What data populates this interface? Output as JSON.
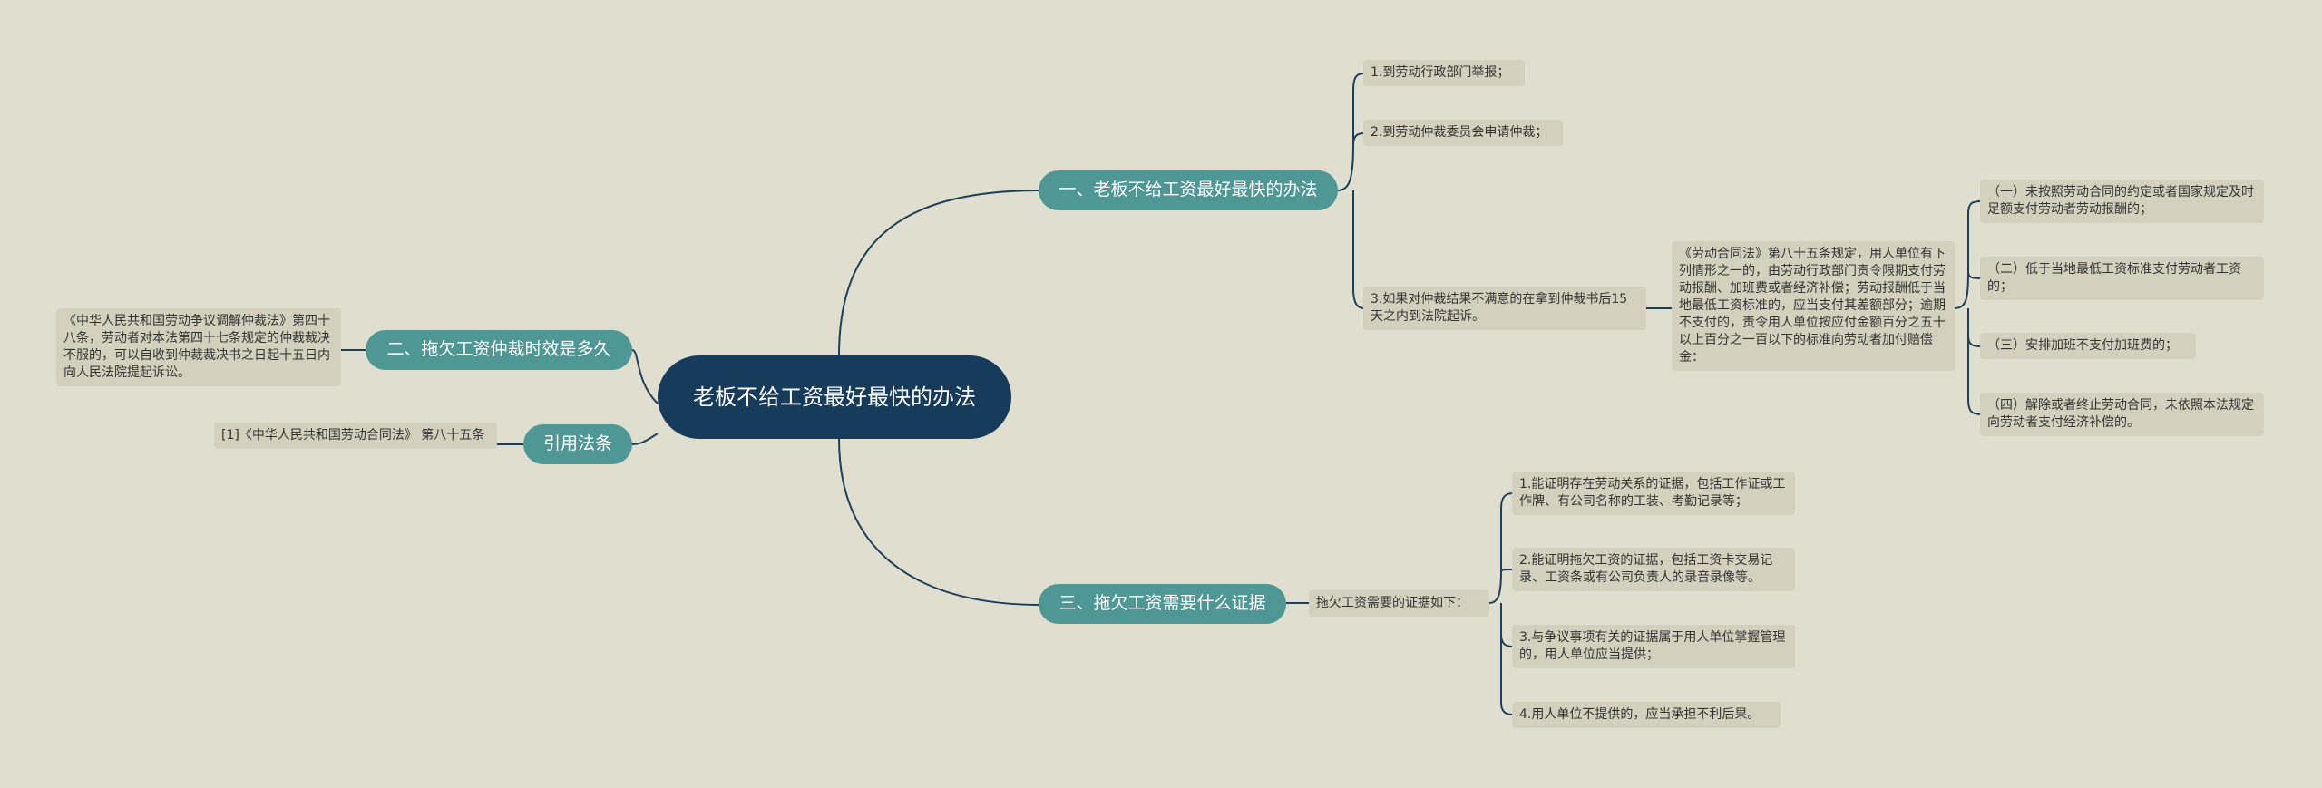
{
  "root": "老板不给工资最好最快的办法",
  "branches": {
    "b1": {
      "label": "一、老板不给工资最好最快的办法",
      "items": [
        "1.到劳动行政部门举报；",
        "2.到劳动仲裁委员会申请仲裁；",
        "3.如果对仲裁结果不满意的在拿到仲裁书后15天之内到法院起诉。"
      ],
      "law": "《劳动合同法》第八十五条规定，用人单位有下列情形之一的，由劳动行政部门责令限期支付劳动报酬、加班费或者经济补偿；劳动报酬低于当地最低工资标准的，应当支付其差额部分；逾期不支付的，责令用人单位按应付金额百分之五十以上百分之一百以下的标准向劳动者加付赔偿金：",
      "law_items": [
        "（一）未按照劳动合同的约定或者国家规定及时足额支付劳动者劳动报酬的；",
        "（二）低于当地最低工资标准支付劳动者工资的；",
        "（三）安排加班不支付加班费的；",
        "（四）解除或者终止劳动合同，未依照本法规定向劳动者支付经济补偿的。"
      ]
    },
    "b2": {
      "label": "二、拖欠工资仲裁时效是多久",
      "detail": "《中华人民共和国劳动争议调解仲裁法》第四十八条，劳动者对本法第四十七条规定的仲裁裁决不服的，可以自收到仲裁裁决书之日起十五日内向人民法院提起诉讼。"
    },
    "b3": {
      "label": "引用法条",
      "detail": "[1]《中华人民共和国劳动合同法》 第八十五条"
    },
    "b4": {
      "label": "三、拖欠工资需要什么证据",
      "intro": "拖欠工资需要的证据如下：",
      "items": [
        "1.能证明存在劳动关系的证据，包括工作证或工作牌、有公司名称的工装、考勤记录等；",
        "2.能证明拖欠工资的证据，包括工资卡交易记录、工资条或有公司负责人的录音录像等。",
        "3.与争议事项有关的证据属于用人单位掌握管理的，用人单位应当提供；",
        "4.用人单位不提供的，应当承担不利后果。"
      ]
    }
  },
  "colors": {
    "background": "#e0dfcf",
    "root": "#173b5b",
    "branch": "#4e9794",
    "leaf": "#d3d1bd",
    "line": "#1e3f5a"
  }
}
